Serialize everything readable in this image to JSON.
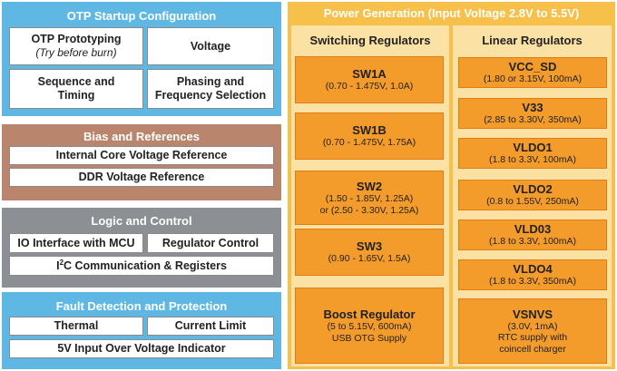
{
  "otp": {
    "title": "OTP Startup Configuration",
    "prototyping": "OTP Prototyping",
    "prototyping_note": "(Try before burn)",
    "voltage": "Voltage",
    "sequence": "Sequence and",
    "sequence2": "Timing",
    "phasing": "Phasing and",
    "phasing2": "Frequency Selection"
  },
  "bias": {
    "title": "Bias and References",
    "core": "Internal Core Voltage Reference",
    "ddr": "DDR Voltage Reference"
  },
  "logic": {
    "title": "Logic and Control",
    "io": "IO Interface with MCU",
    "regctl": "Regulator Control",
    "i2c_pre": "I",
    "i2c_sup": "2",
    "i2c_post": "C Communication & Registers"
  },
  "fault": {
    "title": "Fault Detection and Protection",
    "thermal": "Thermal",
    "current": "Current Limit",
    "ovp": "5V Input Over Voltage Indicator"
  },
  "power": {
    "title": "Power Generation (Input Voltage 2.8V to 5.5V)",
    "switching_title": "Switching Regulators",
    "linear_title": "Linear Regulators",
    "switching": [
      {
        "name": "SW1A",
        "lines": [
          "(0.70 - 1.475V, 1.0A)"
        ]
      },
      {
        "name": "SW1B",
        "lines": [
          "(0.70 - 1.475V, 1.75A)"
        ]
      },
      {
        "name": "SW2",
        "lines": [
          "(1.50 - 1.85V, 1.25A)",
          "or (2.50 - 3.30V, 1.25A)"
        ]
      },
      {
        "name": "SW3",
        "lines": [
          "(0.90 - 1.65V, 1.5A)"
        ]
      },
      {
        "name": "Boost Regulator",
        "lines": [
          "(5 to 5.15V, 600mA)",
          "USB OTG Supply"
        ]
      }
    ],
    "linear": [
      {
        "name": "VCC_SD",
        "lines": [
          "(1.80 or 3.15V, 100mA)"
        ]
      },
      {
        "name": "V33",
        "lines": [
          "(2.85 to 3.30V, 350mA)"
        ]
      },
      {
        "name": "VLDO1",
        "lines": [
          "(1.8 to 3.3V, 100mA)"
        ]
      },
      {
        "name": "VLDO2",
        "lines": [
          "(0.8 to 1.55V, 250mA)"
        ]
      },
      {
        "name": "VLD03",
        "lines": [
          "(1.8 to 3.3V, 100mA)"
        ]
      },
      {
        "name": "VLDO4",
        "lines": [
          "(1.8 to 3.3V, 350mA)"
        ]
      },
      {
        "name": "VSNVS",
        "lines": [
          "(3.0V, 1mA)",
          "RTC supply with",
          "coincell charger"
        ]
      }
    ]
  }
}
